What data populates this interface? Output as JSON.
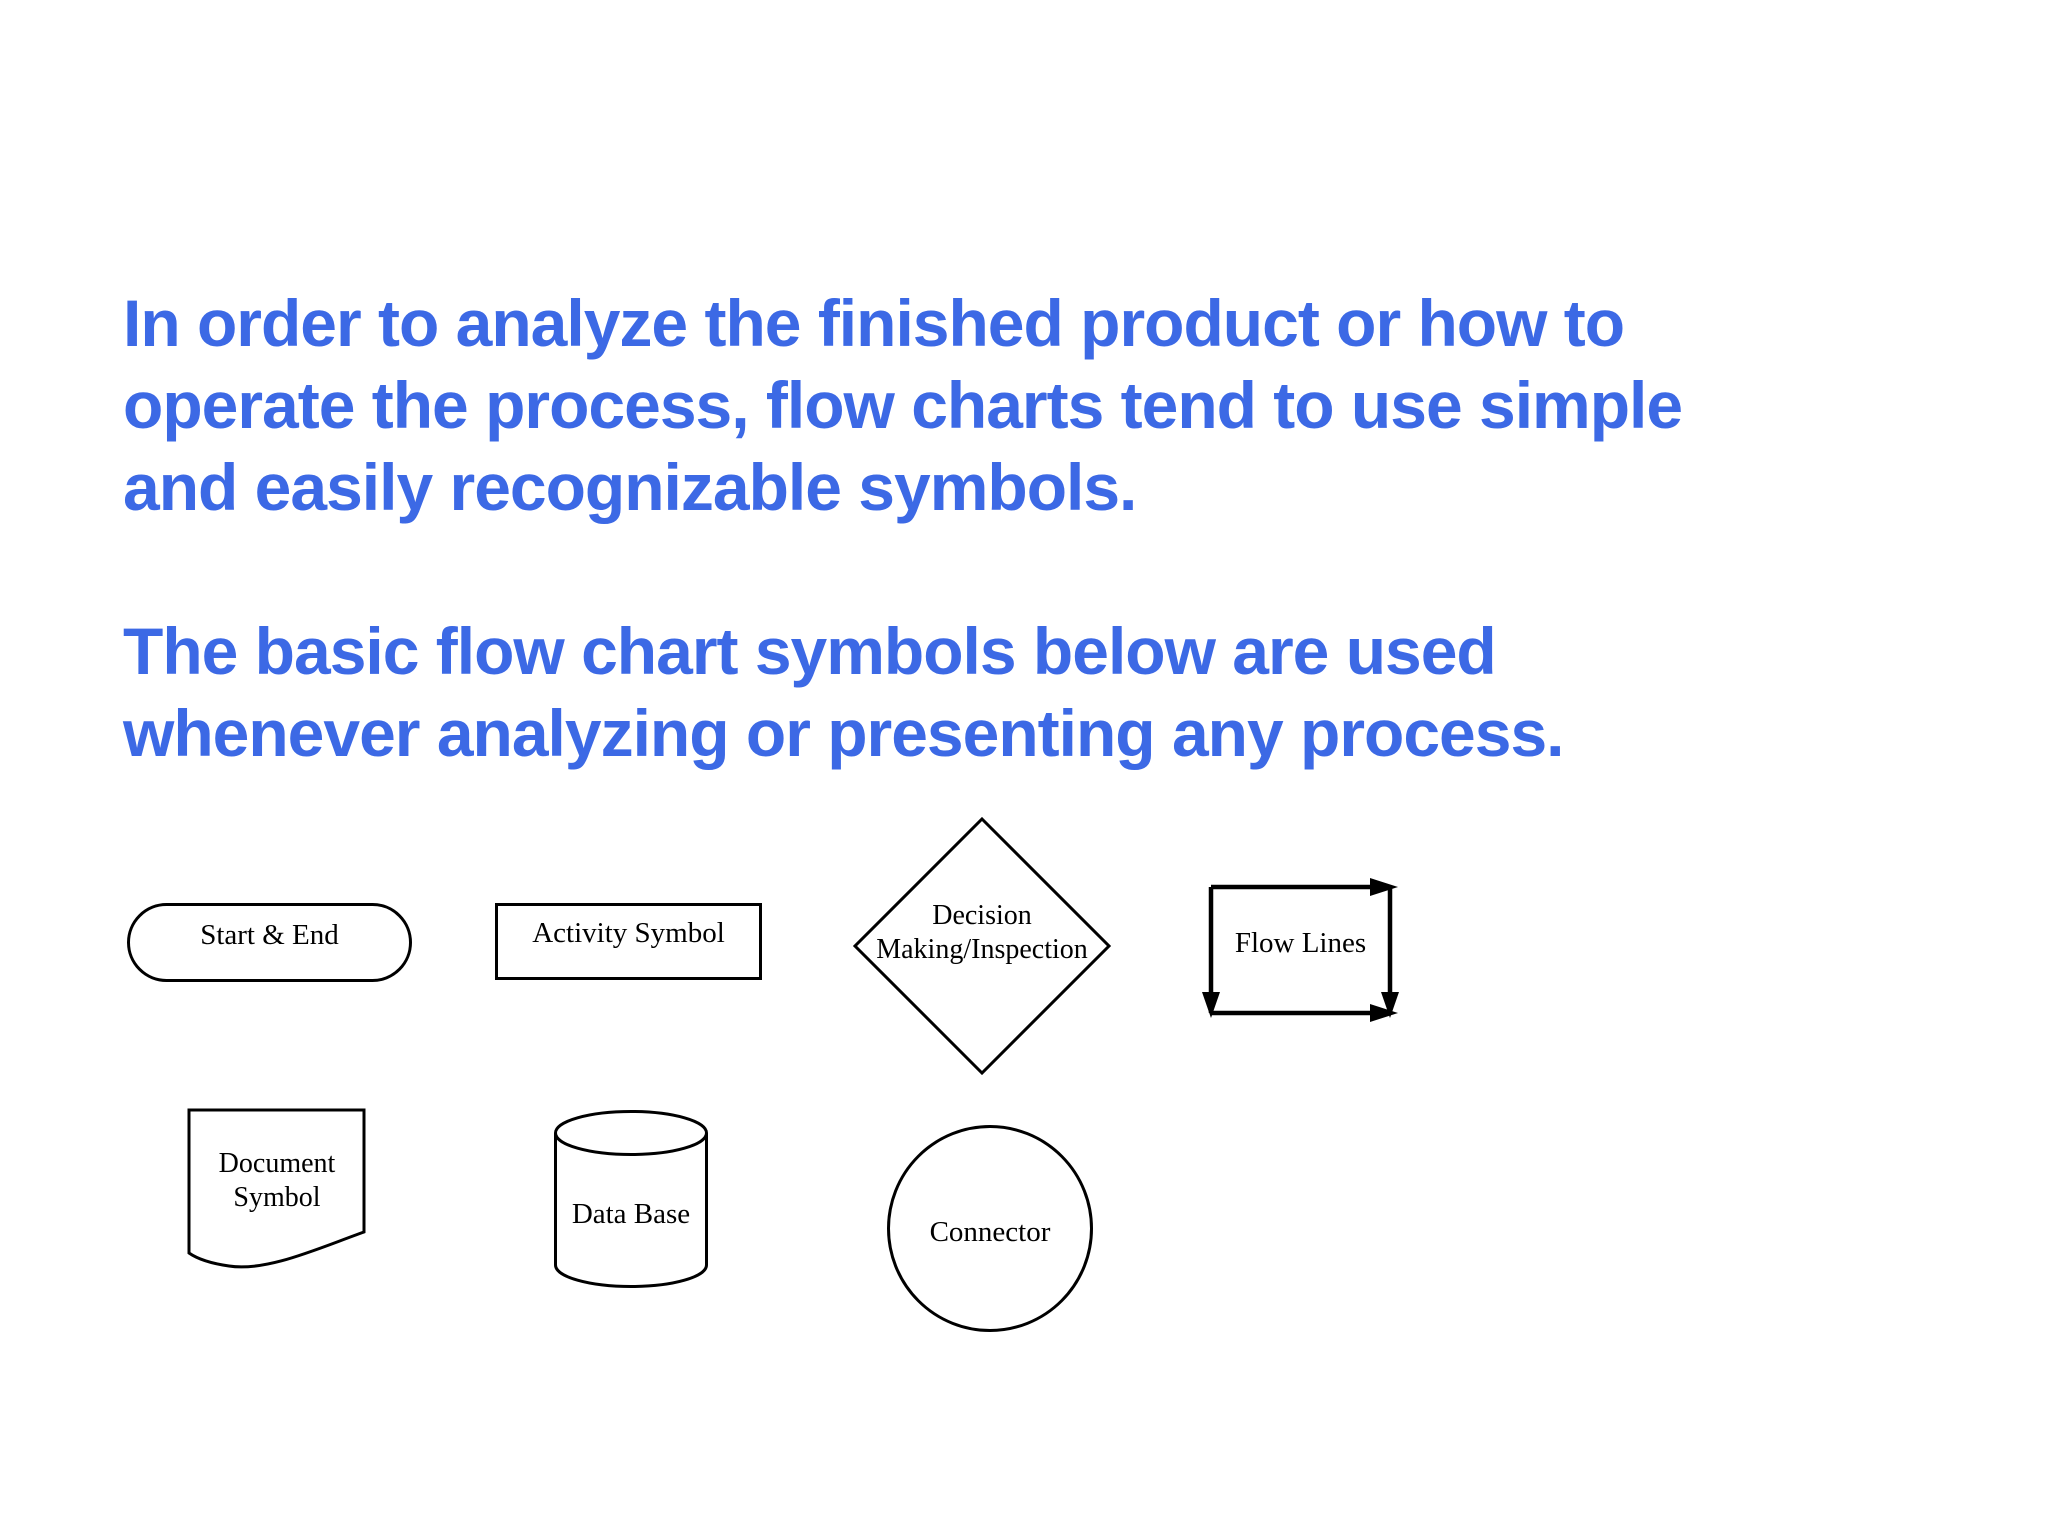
{
  "slide": {
    "background": "#ffffff",
    "heading_color": "#3c69e5",
    "shape_stroke": "#000000",
    "intro": {
      "lines": [
        "In order to analyze the finished product or how to",
        "operate the process, flow charts tend to use simple",
        "and easily recognizable symbols."
      ]
    },
    "subheading": {
      "lines": [
        "The basic flow chart symbols below are used",
        "whenever analyzing or presenting any process."
      ]
    },
    "symbols": {
      "start_end": {
        "shape": "stadium",
        "label": "Start & End"
      },
      "activity": {
        "shape": "rectangle",
        "label": "Activity Symbol"
      },
      "decision": {
        "shape": "diamond",
        "lines": [
          "Decision",
          "Making/Inspection"
        ]
      },
      "flow_lines": {
        "shape": "arrowed-box",
        "label": "Flow Lines"
      },
      "document": {
        "shape": "document",
        "lines": [
          "Document",
          "Symbol"
        ]
      },
      "database": {
        "shape": "cylinder",
        "label": "Data Base"
      },
      "connector": {
        "shape": "circle",
        "label": "Connector"
      }
    }
  }
}
